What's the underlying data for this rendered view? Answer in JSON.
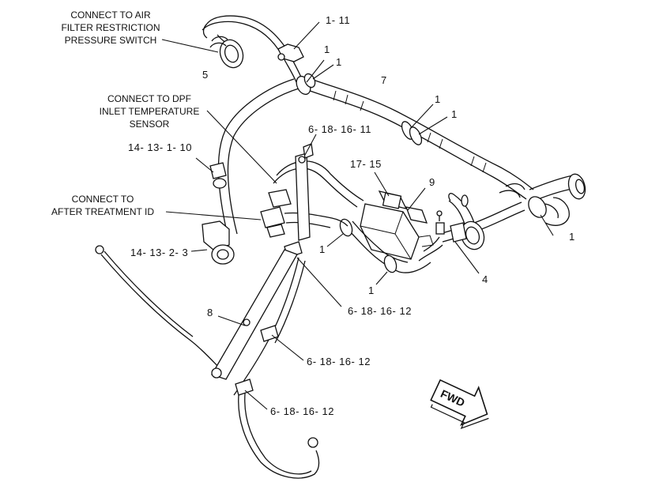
{
  "callouts": {
    "air_filter": [
      "CONNECT TO AIR",
      "FILTER RESTRICTION",
      "PRESSURE SWITCH"
    ],
    "dpf_sensor": [
      "CONNECT TO DPF",
      "INLET TEMPERATURE",
      "SENSOR"
    ],
    "after_treatment": [
      "CONNECT TO",
      "AFTER TREATMENT ID"
    ]
  },
  "part_labels": {
    "p_1_11": "1- 11",
    "p_1_a": "1",
    "p_1_b": "1",
    "p_7": "7",
    "p_1_c": "1",
    "p_1_d": "1",
    "p_5": "5",
    "p_6_18_16_11": "6- 18- 16- 11",
    "p_14_13_1_10": "14- 13- 1- 10",
    "p_17_15": "17- 15",
    "p_9": "9",
    "p_1_e": "1",
    "p_1_f": "1",
    "p_4": "4",
    "p_14_13_2_3": "14- 13- 2- 3",
    "p_1_g": "1",
    "p_6_18_16_12_a": "6- 18- 16- 12",
    "p_8": "8",
    "p_6_18_16_12_b": "6- 18- 16- 12",
    "p_6_18_16_12_c": "6- 18- 16- 12"
  },
  "direction_indicator": {
    "label": "FWD"
  }
}
